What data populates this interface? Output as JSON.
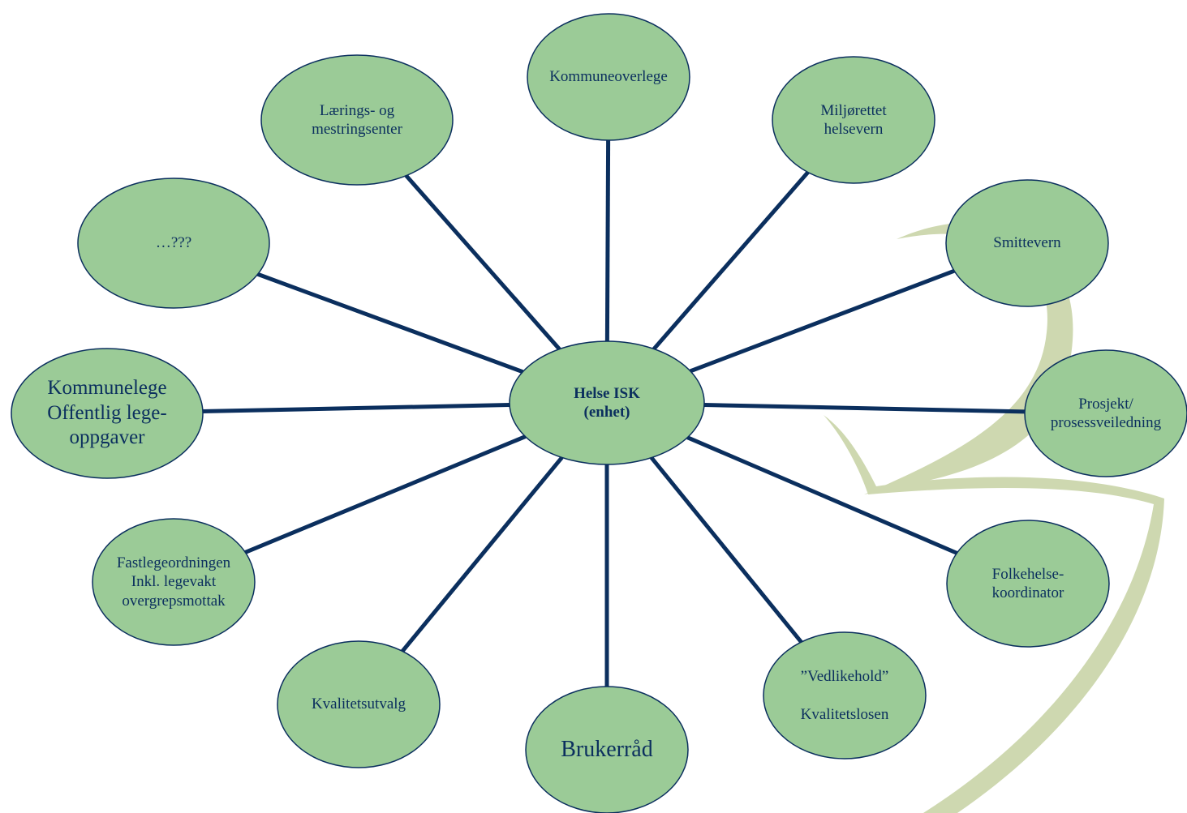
{
  "colors": {
    "node_fill": "#9bcb97",
    "node_stroke": "#0b2f5e",
    "connector": "#0b2f5e",
    "text": "#0b2f5e",
    "watermark": "#ced8b0"
  },
  "center": {
    "label": "Helse ISK\n(enhet)"
  },
  "nodes": [
    {
      "id": "kommuneoverlege",
      "label": "Kommuneoverlege"
    },
    {
      "id": "miljorettet-helsevern",
      "label": "Miljørettet\nhelsevern"
    },
    {
      "id": "smittevern",
      "label": "Smittevern"
    },
    {
      "id": "prosjekt-prosessveiledning",
      "label": "Prosjekt/\nprosessveiledning"
    },
    {
      "id": "folkehelsekoordinator",
      "label": "Folkehelse-\nkoordinator"
    },
    {
      "id": "kvalitetslosen",
      "label": "”Vedlikehold”\n\nKvalitetslosen"
    },
    {
      "id": "brukerrad",
      "label": "Brukerråd"
    },
    {
      "id": "kvalitetsutvalg",
      "label": "Kvalitetsutvalg"
    },
    {
      "id": "fastlegeordningen",
      "label": "Fastlegeordningen\nInkl. legevakt\novergrepsmottak"
    },
    {
      "id": "kommunelege",
      "label": "Kommunelege\nOffentlig lege-\noppgaver"
    },
    {
      "id": "ukjent",
      "label": "…???"
    },
    {
      "id": "larings-mestringsenter",
      "label": "Lærings- og\nmestringsenter"
    }
  ]
}
